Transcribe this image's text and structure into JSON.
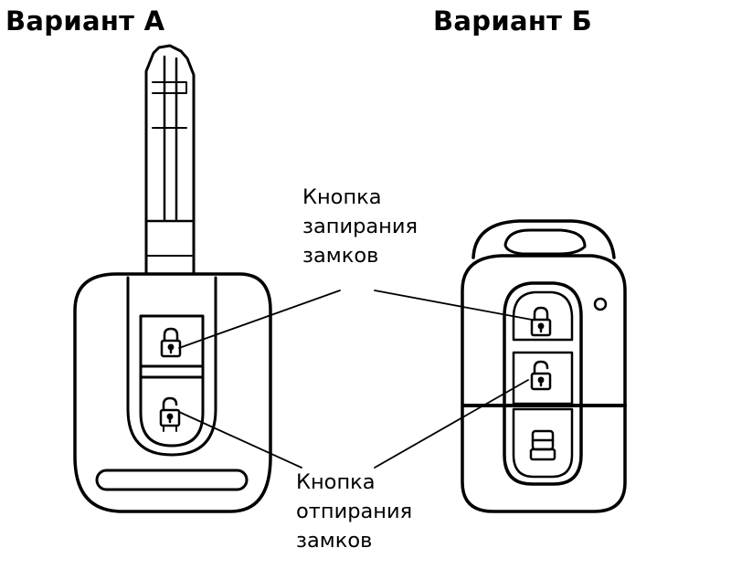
{
  "variant_a": {
    "title": "Вариант А"
  },
  "variant_b": {
    "title": "Вариант Б"
  },
  "callout_lock": {
    "lines": [
      "Кнопка",
      "запирания",
      "замков"
    ]
  },
  "callout_unlock": {
    "lines": [
      "Кнопка",
      "отпирания",
      "замков"
    ]
  },
  "icons": {
    "key_a_lock": "padlock-closed-icon",
    "key_a_unlock": "padlock-open-icon",
    "key_b_lock": "padlock-closed-icon",
    "key_b_unlock": "padlock-open-icon",
    "key_b_trunk": "trunk-icon"
  }
}
